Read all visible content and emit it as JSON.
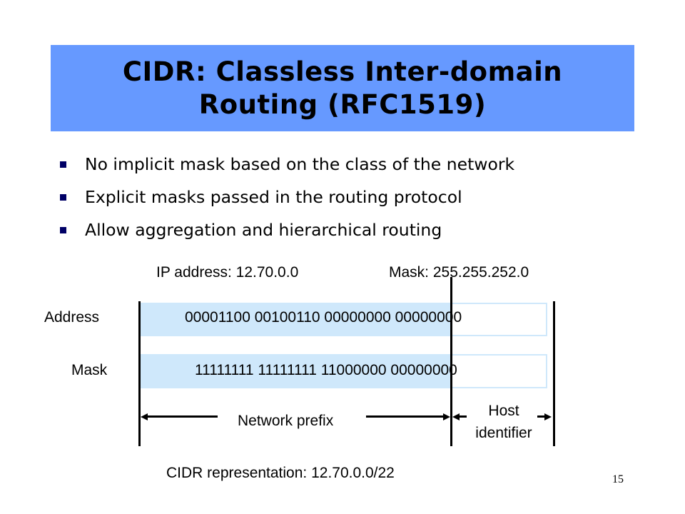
{
  "slide": {
    "title_line1": "CIDR: Classless Inter-domain",
    "title_line2": "Routing (RFC1519)",
    "bullets": [
      "No implicit mask based on the class of the network",
      "Explicit masks passed in the routing protocol",
      "Allow aggregation and hierarchical routing"
    ],
    "page_number": "15",
    "accent_color": "#6699ff",
    "bar_color": "#cfe8fb"
  },
  "diagram": {
    "ip_label": "IP address: 12.70.0.0",
    "mask_label": "Mask: 255.255.252.0",
    "address_row_label": "Address",
    "address_bits": "00001100 00100110 00000000 00000000",
    "mask_row_label": "Mask",
    "mask_bits": "11111111 11111111 11000000 00000000",
    "network_prefix_label": "Network prefix",
    "host_identifier_line1": "Host",
    "host_identifier_line2": "identifier",
    "cidr_representation": "CIDR representation: 12.70.0.0/22"
  }
}
